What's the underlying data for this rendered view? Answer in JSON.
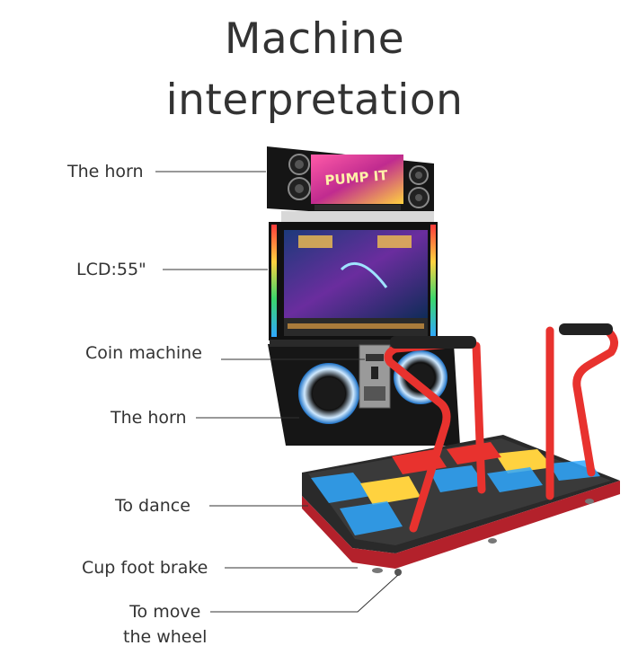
{
  "title": [
    "Machine",
    "interpretation"
  ],
  "callouts": [
    {
      "id": "horn-top",
      "text": "The horn"
    },
    {
      "id": "lcd",
      "text": "LCD:55\""
    },
    {
      "id": "coin",
      "text": "Coin machine"
    },
    {
      "id": "horn-bottom",
      "text": "The horn"
    },
    {
      "id": "dance",
      "text": "To dance"
    },
    {
      "id": "brake",
      "text": "Cup foot brake"
    },
    {
      "id": "wheel",
      "text": "To move\nthe wheel"
    }
  ],
  "colors": {
    "frame": "#1a1a1a",
    "rail": "#e8322e",
    "platform_edge": "#b3212b",
    "neon_blue": "#2fa8ff"
  }
}
